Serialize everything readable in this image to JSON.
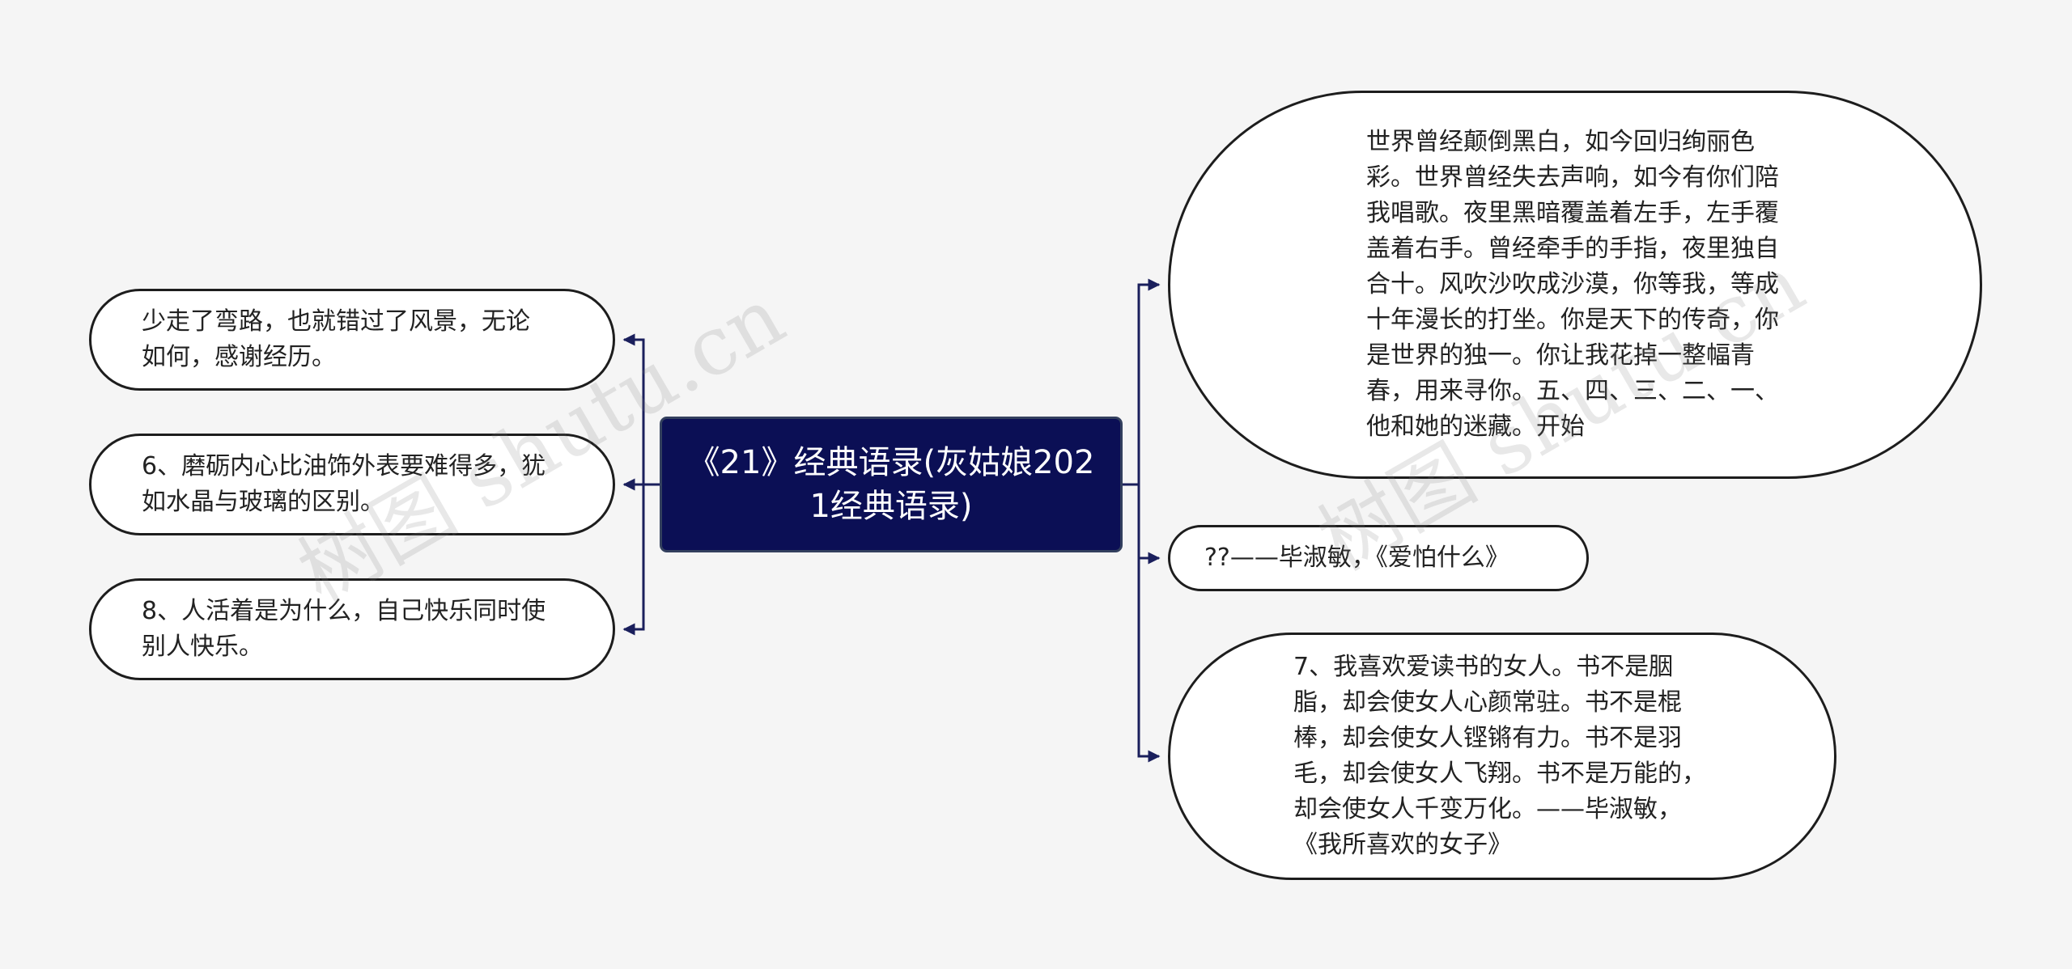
{
  "colors": {
    "background": "#f5f5f5",
    "center_fill": "#0b0f55",
    "connector": "#1a1f5c",
    "node_border": "#1d1d1d"
  },
  "center": {
    "text": "《21》经典语录(灰姑娘2021经典语录)"
  },
  "left_nodes": [
    {
      "text": "少走了弯路，也就错过了风景，无论如何，感谢经历。"
    },
    {
      "text": "6、磨砺内心比油饰外表要难得多，犹如水晶与玻璃的区别。"
    },
    {
      "text": "8、人活着是为什么，自己快乐同时使别人快乐。"
    }
  ],
  "right_nodes": [
    {
      "text": "世界曾经颠倒黑白，如今回归绚丽色彩。世界曾经失去声响，如今有你们陪我唱歌。夜里黑暗覆盖着左手，左手覆盖着右手。曾经牵手的手指，夜里独自合十。风吹沙吹成沙漠，你等我，等成十年漫长的打坐。你是天下的传奇，你是世界的独一。你让我花掉一整幅青春，用来寻你。五、四、三、二、一、他和她的迷藏。开始"
    },
    {
      "text": "??——毕淑敏，《爱怕什么》"
    },
    {
      "text": "7、我喜欢爱读书的女人。书不是胭脂，却会使女人心颜常驻。书不是棍棒，却会使女人铿锵有力。书不是羽毛，却会使女人飞翔。书不是万能的，却会使女人千变万化。——毕淑敏，《我所喜欢的女子》"
    }
  ],
  "watermark": "树图 shutu.cn"
}
